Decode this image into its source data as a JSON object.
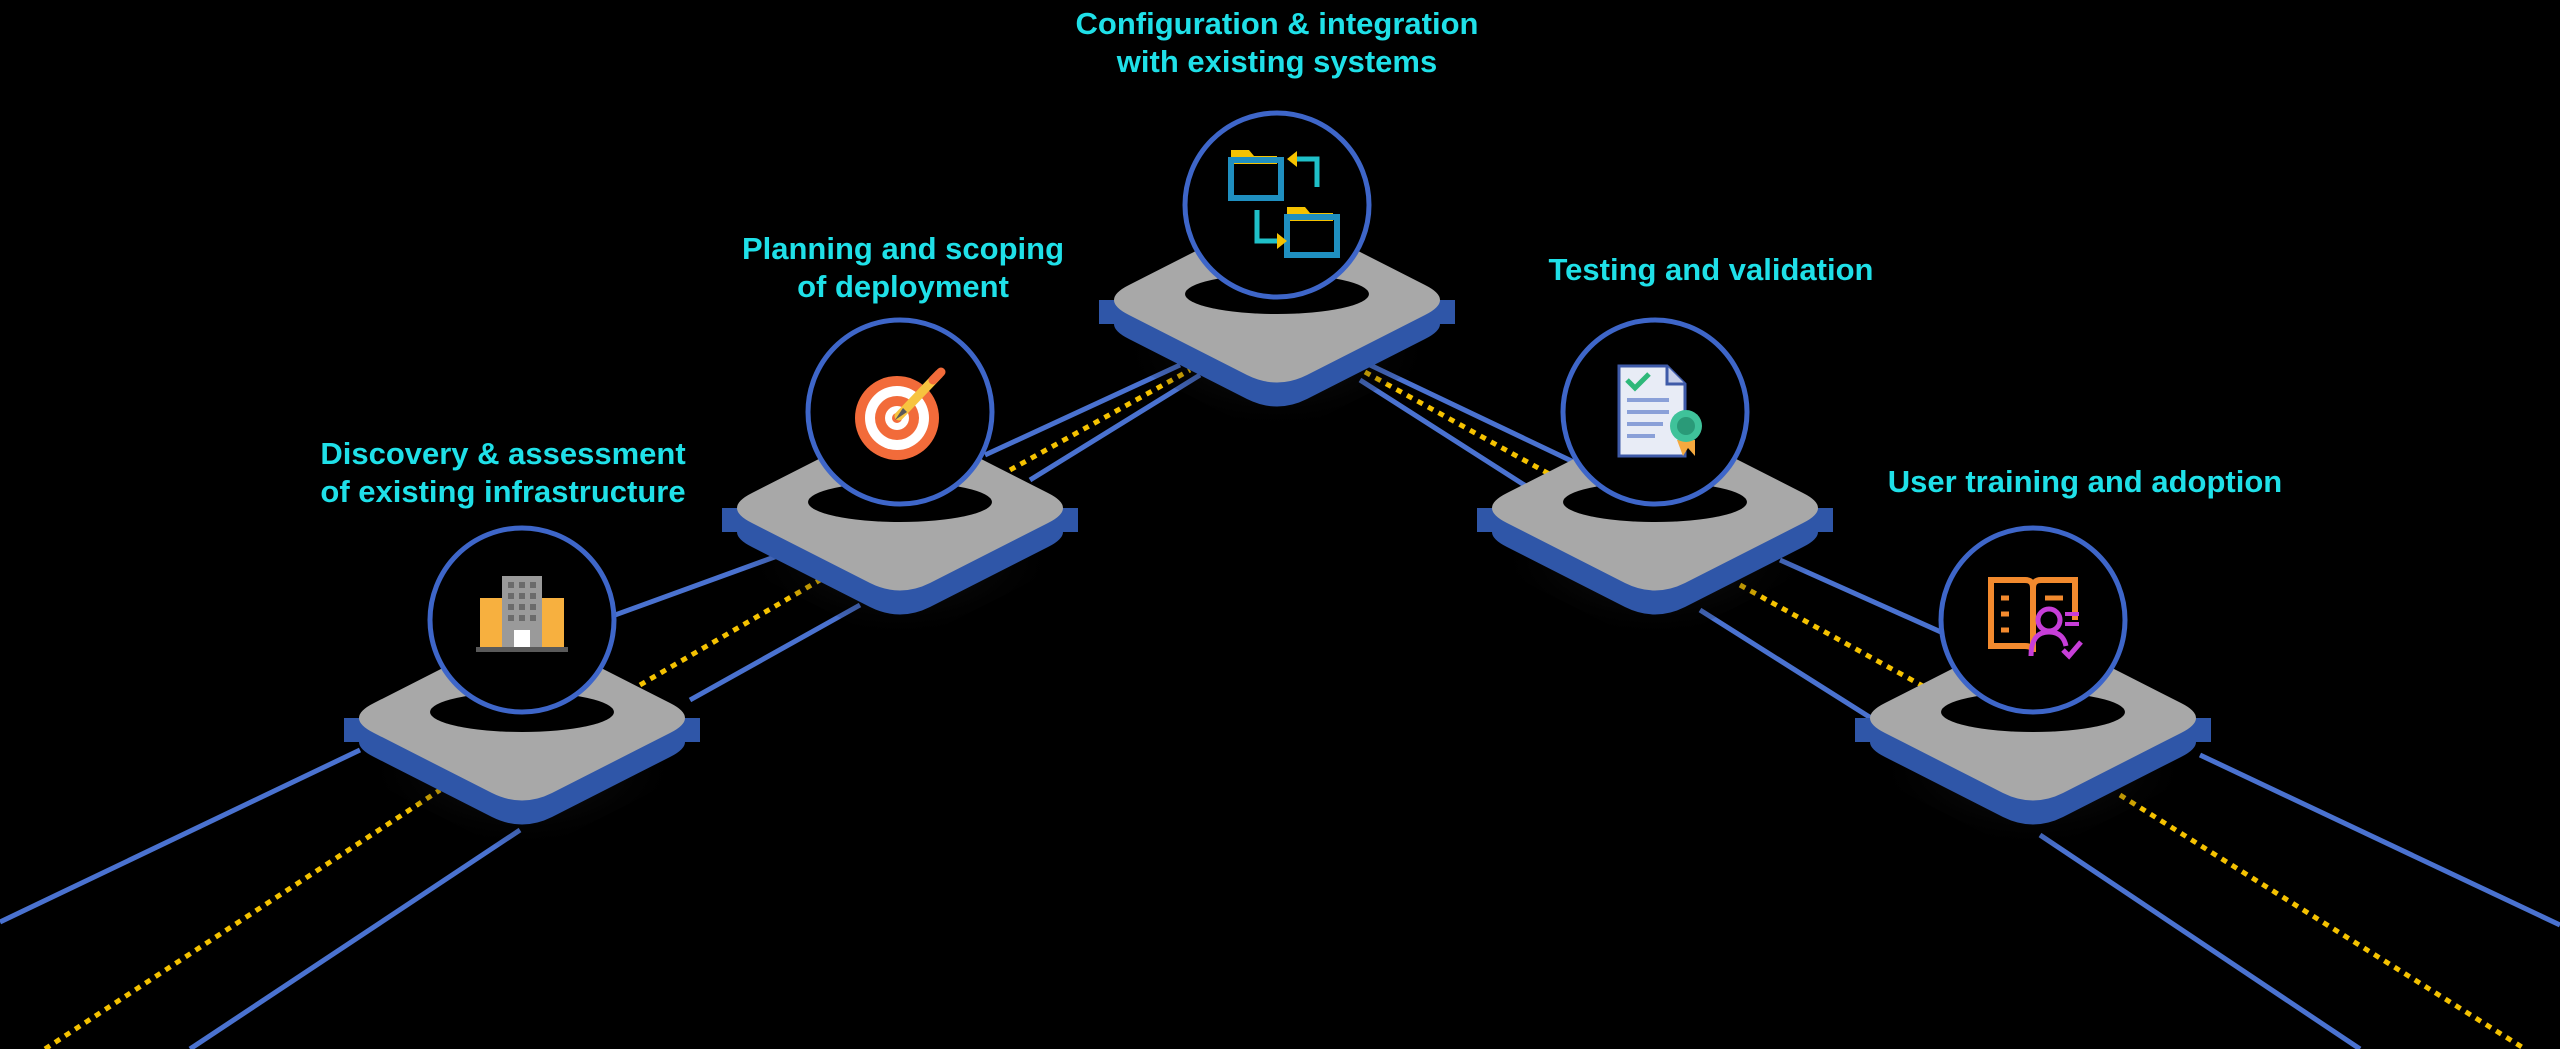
{
  "colors": {
    "background": "#000000",
    "label": "#1fe0e8",
    "rail": "#4a72d0",
    "dotted_rail": "#f5c200",
    "platform_top": "#a8a8a8",
    "platform_side": "#2f56a8",
    "circle_border": "#3e66c9"
  },
  "steps": [
    {
      "id": "discovery",
      "lines": [
        "Discovery & assessment",
        "of existing infrastructure"
      ],
      "icon": "office-building-icon"
    },
    {
      "id": "planning",
      "lines": [
        "Planning and scoping",
        "of deployment"
      ],
      "icon": "target-icon"
    },
    {
      "id": "configuration",
      "lines": [
        "Configuration & integration",
        "with existing systems"
      ],
      "icon": "folder-exchange-icon"
    },
    {
      "id": "testing",
      "lines": [
        "Testing and validation"
      ],
      "icon": "certificate-document-icon"
    },
    {
      "id": "training",
      "lines": [
        "User training and adoption"
      ],
      "icon": "book-user-icon"
    }
  ]
}
